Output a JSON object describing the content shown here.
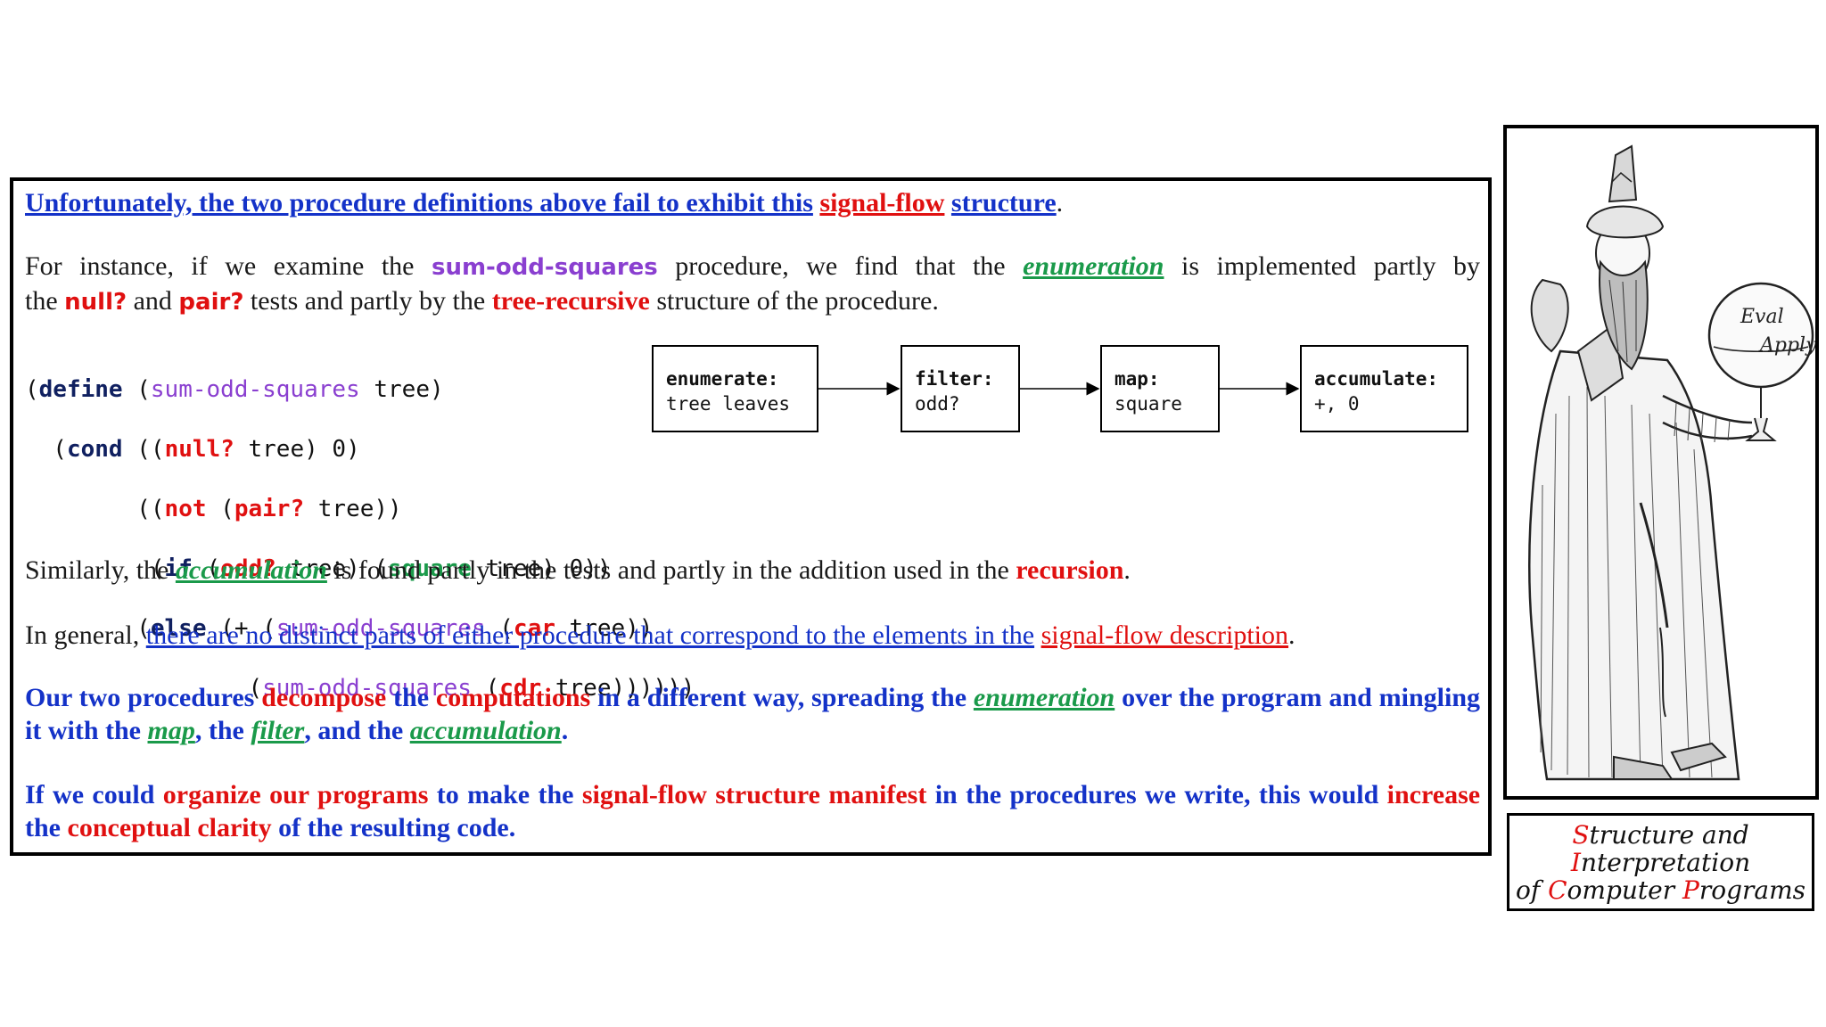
{
  "p1": {
    "a": "Unfortunately, the two procedure definitions above fail to exhibit this",
    "b": "signal-flow",
    "c": "structure",
    "d": "."
  },
  "p2": {
    "a": "For instance, if we examine the",
    "b": "sum-odd-squares",
    "c": " procedure, we find that the",
    "d": "enumeration",
    "e": "is implemented partly by",
    "f": "the",
    "g": "null?",
    "h": "and",
    "i": "pair?",
    "j": "tests and partly by the",
    "k": "tree-recursive",
    "l": "structure of the procedure."
  },
  "code": {
    "l1": [
      "(",
      "define",
      " (",
      "sum-odd-squares",
      " tree)"
    ],
    "l2": [
      "  (",
      "cond",
      " ((",
      "null?",
      " tree) 0)"
    ],
    "l3": [
      "        ((",
      "not",
      " (",
      "pair?",
      " tree))"
    ],
    "l4": [
      "         (",
      "if",
      " (",
      "odd?",
      " tree) (",
      "square",
      " tree) 0))"
    ],
    "l5": [
      "        (",
      "else",
      " (+ (",
      "sum-odd-squares",
      " (",
      "car",
      " tree))"
    ],
    "l6": [
      "                (",
      "sum-odd-squares",
      " (",
      "cdr",
      " tree))))))"
    ]
  },
  "flow": [
    {
      "label": "enumerate:",
      "value": "tree leaves"
    },
    {
      "label": "filter:",
      "value": "odd?"
    },
    {
      "label": "map:",
      "value": "square"
    },
    {
      "label": "accumulate:",
      "value": "+, 0"
    }
  ],
  "p3": {
    "a": "Similarly, the",
    "b": "accumulation",
    "c": "is found partly in the tests and partly in the addition used in the",
    "d": "recursion",
    "e": "."
  },
  "p4": {
    "a": "In general,",
    "b": "there are no distinct parts of either procedure that correspond to the elements in the",
    "c": "signal-flow description",
    "d": "."
  },
  "p5": {
    "a": "Our two procedures",
    "b": "decompose",
    "c": "the",
    "d": "computations",
    "e": "in a different way, spreading the",
    "f": "enumeration",
    "g": "over the program and mingling",
    "h": "it with the",
    "i": "map",
    "j": ", the",
    "k": "filter",
    "l": ", and the",
    "m": "accumulation",
    "n": "."
  },
  "p6": {
    "a": "If we could",
    "b": "organize our",
    "c": "programs",
    "d": "to make the",
    "e": "signal-flow structure manifest",
    "f": "in the procedures we write, this would",
    "g": "increase",
    "h": "the",
    "i": "conceptual clarity",
    "j": "of the resulting code."
  },
  "portrait": {
    "globe_line1": "Eval",
    "globe_line2": "Apply"
  },
  "caption": {
    "l1a": "S",
    "l1b": "tructure and",
    "l2a": "I",
    "l2b": "nterpretation",
    "l3a": "of ",
    "l3b": "C",
    "l3c": "omputer ",
    "l3d": "P",
    "l3e": "rograms"
  },
  "colors": {
    "blue": "#1432c8",
    "red": "#e01010",
    "green": "#1a9a4a",
    "purple": "#8a3fd0",
    "navy": "#102060"
  }
}
